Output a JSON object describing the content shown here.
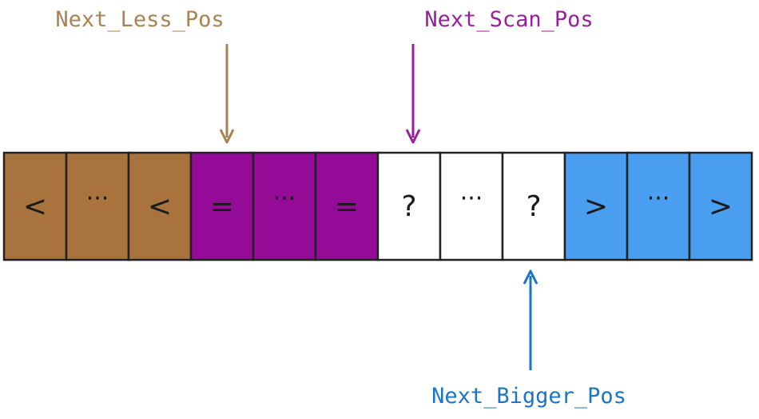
{
  "colors": {
    "less": "#A8733C",
    "equal": "#930B96",
    "unknown": "#FFFFFF",
    "greater": "#4A9EF0",
    "border": "#222222",
    "less_label": "#A8834F",
    "scan_label": "#9B1E9E",
    "bigger_label": "#1B74C4"
  },
  "labels": {
    "next_less": "Next_Less_Pos",
    "next_scan": "Next_Scan_Pos",
    "next_bigger": "Next_Bigger_Pos"
  },
  "cells": [
    {
      "symbol": "<",
      "group": "less"
    },
    {
      "symbol": "···",
      "group": "less"
    },
    {
      "symbol": "<",
      "group": "less"
    },
    {
      "symbol": "=",
      "group": "equal"
    },
    {
      "symbol": "···",
      "group": "equal"
    },
    {
      "symbol": "=",
      "group": "equal"
    },
    {
      "symbol": "?",
      "group": "unknown"
    },
    {
      "symbol": "···",
      "group": "unknown"
    },
    {
      "symbol": "?",
      "group": "unknown"
    },
    {
      "symbol": ">",
      "group": "greater"
    },
    {
      "symbol": "···",
      "group": "greater"
    },
    {
      "symbol": ">",
      "group": "greater"
    }
  ],
  "pointers": [
    {
      "label_key": "next_less",
      "color_key": "less_label",
      "target_index": 3,
      "side": "top"
    },
    {
      "label_key": "next_scan",
      "color_key": "scan_label",
      "target_index": 6,
      "side": "top"
    },
    {
      "label_key": "next_bigger",
      "color_key": "bigger_label",
      "target_index": 8,
      "side": "bottom"
    }
  ]
}
